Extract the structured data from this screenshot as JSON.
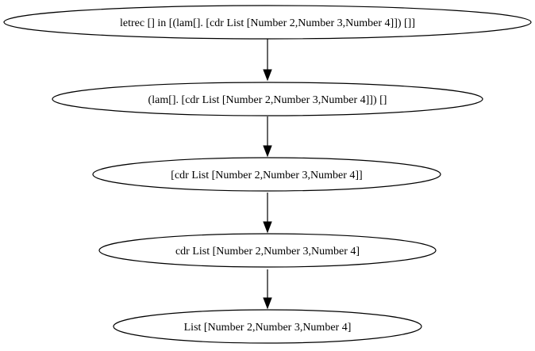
{
  "diagram": {
    "nodes": [
      {
        "id": "n1",
        "label": "letrec [] in [(lam[]. [cdr List [Number 2,Number 3,Number 4]]) []]"
      },
      {
        "id": "n2",
        "label": "(lam[]. [cdr List [Number 2,Number 3,Number 4]]) []"
      },
      {
        "id": "n3",
        "label": "[cdr List [Number 2,Number 3,Number 4]]"
      },
      {
        "id": "n4",
        "label": "cdr List [Number 2,Number 3,Number 4]"
      },
      {
        "id": "n5",
        "label": "List [Number 2,Number 3,Number 4]"
      }
    ],
    "edges": [
      {
        "from": "n1",
        "to": "n2"
      },
      {
        "from": "n2",
        "to": "n3"
      },
      {
        "from": "n3",
        "to": "n4"
      },
      {
        "from": "n4",
        "to": "n5"
      }
    ]
  }
}
